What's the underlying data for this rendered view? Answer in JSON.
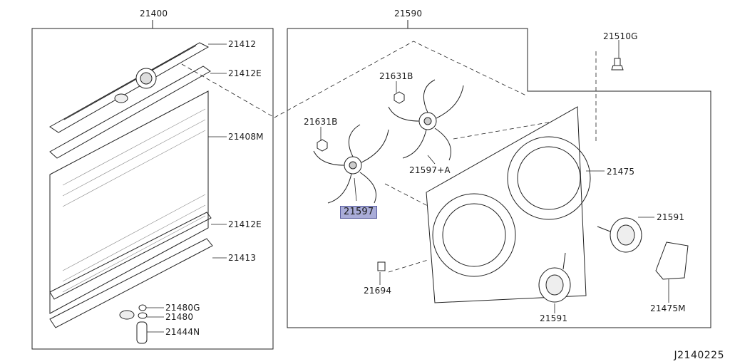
{
  "diagram_ref": "J2140225",
  "highlight_color": "#a9acd8",
  "parts": {
    "radiator_assembly": "21400",
    "fan_shroud_assembly": "21590",
    "upper_tank": "21412",
    "gasket_upper": "21412E",
    "core": "21408M",
    "gasket_lower": "21412E",
    "lower_tank": "21413",
    "drain_plug": "21480G",
    "drain_seal": "21480",
    "hose_connector": "21444N",
    "bolt": "21510G",
    "nut_upper": "21631B",
    "nut_left": "21631B",
    "fan_right": "21597+A",
    "fan_left": "21597",
    "shroud": "21475",
    "motor_right": "21591",
    "motor_lower": "21591",
    "clip": "21694",
    "motor_cover": "21475M"
  }
}
